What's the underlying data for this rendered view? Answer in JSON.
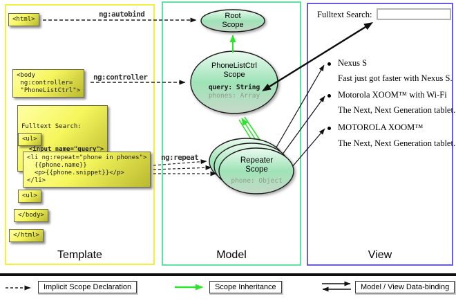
{
  "template_panel": {
    "title": "Template",
    "boxes": [
      {
        "code": "<html>"
      },
      {
        "code": "<body\n ng:controller=\n \"PhoneListCtrl\">"
      },
      {
        "line1": "Fulltext Search:",
        "line2": "  <input name=\"query\">"
      },
      {
        "code": "<ul>"
      },
      {
        "code": "<li ng:repeat=\"phone in phones\">\n  {{phone.name}}\n  <p>{{phone.snippet}}</p>\n</li>"
      },
      {
        "code": "<ul>"
      },
      {
        "code": "</body>"
      },
      {
        "code": "</html>"
      }
    ]
  },
  "edges": {
    "autobind": "ng:autobind",
    "controller": "ng:controller",
    "repeat": "ng:repeat"
  },
  "model_panel": {
    "title": "Model",
    "root_scope": {
      "name": "Root\nScope"
    },
    "phonelist_scope": {
      "name": "PhoneListCtrl\nScope",
      "prop_query": "query: String",
      "prop_phones": "phones: Array"
    },
    "repeater_scope": {
      "name": "Repeater\nScope",
      "prop_phone": "phone: Object"
    }
  },
  "view_panel": {
    "title": "View",
    "search_label": "Fulltext Search:",
    "search_value": "",
    "items": [
      {
        "name": "Nexus S",
        "desc": "Fast just got faster with Nexus S."
      },
      {
        "name": "Motorola XOOM™ with Wi-Fi",
        "desc": "The Next, Next Generation tablet."
      },
      {
        "name": "MOTOROLA XOOM™",
        "desc": "The Next, Next Generation tablet."
      }
    ]
  },
  "legend": {
    "items": [
      {
        "label": "Implicit Scope Declaration",
        "style": "dashed-black-arrow"
      },
      {
        "label": "Scope Inheritance",
        "style": "green-arrow"
      },
      {
        "label": "Model / View Data-binding",
        "style": "double-black-arrow"
      }
    ]
  },
  "colors": {
    "template_border": "#f2ef3e",
    "model_border": "#5fe2a4",
    "view_border": "#6a5ce0",
    "scope_fill_mid": "#9fe3b7",
    "code_box_yellow": "#f6f65e",
    "inheritance_green": "#2de52d"
  }
}
